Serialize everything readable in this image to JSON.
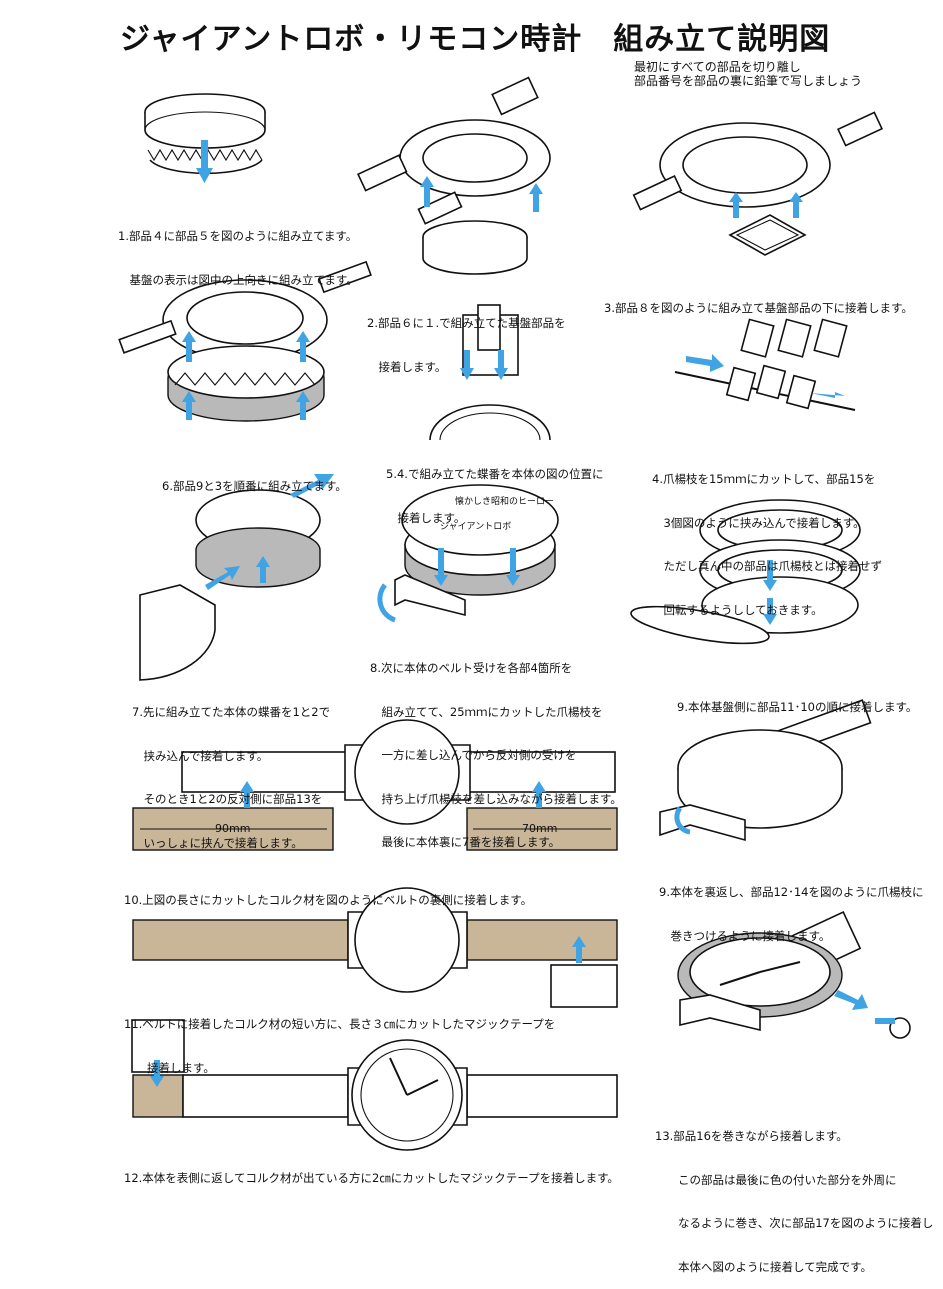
{
  "title": "ジャイアントロボ・リモコン時計　組み立て説明図",
  "intro": [
    "最初にすべての部品を切り離し",
    "部品番号を部品の裏に鉛筆で写しましょう"
  ],
  "steps": {
    "s1": [
      "1.部品４に部品５を図のように組み立てます。",
      "　基盤の表示は図中の上向きに組み立てます。"
    ],
    "s2": [
      "2.部品６に１.で組み立てた基盤部品を",
      "　接着します。"
    ],
    "s3": [
      "3.部品８を図のように組み立て基盤部品の下に接着します。"
    ],
    "s4": [
      "4.爪楊枝を15ｍｍにカットして、部品15を",
      "　3個図のように挟み込んで接着します。",
      "　ただし真ん中の部品は爪楊枝とは接着せず",
      "　回転するようししておきます。"
    ],
    "s5": [
      "5.4.で組み立てた蝶番を本体の図の位置に",
      "　接着します。"
    ],
    "s6": [
      "6.部品9と3を順番に組み立てます。"
    ],
    "s7": [
      "7.先に組み立てた本体の蝶番を1と2で",
      "　挟み込んで接着します。",
      "　そのとき1と2の反対側に部品13を",
      "　いっしょに挟んで接着します。"
    ],
    "s8": [
      "8.次に本体のベルト受けを各部4箇所を",
      "　組み立てて、25ｍｍにカットした爪楊枝を",
      "　一方に差し込んでから反対側の受けを",
      "　持ち上げ爪楊枝を差し込みながら接着します。",
      "　最後に本体裏に7番を接着します。"
    ],
    "s9a": [
      "9.本体基盤側に部品11･10の順に接着します。"
    ],
    "s9b": [
      "9.本体を裏返し、部品12･14を図のように爪楊枝に",
      "　巻きつけるように接着します。"
    ],
    "s10": [
      "10.上図の長さにカットしたコルク材を図のようにベルトの裏側に接着します。"
    ],
    "s11": [
      "11.ベルトに接着したコルク材の短い方に、長さ３㎝にカットしたマジックテープを",
      "　　接着します。"
    ],
    "s12": [
      "12.本体を表側に返してコルク材が出ている方に2㎝にカットしたマジックテープを接着します。"
    ],
    "s13": [
      "13.部品16を巻きながら接着します。",
      "　　この部品は最後に色の付いた部分を外周に",
      "　　なるように巻き、次に部品17を図のように接着し",
      "　　本体へ図のように接着して完成です。"
    ]
  },
  "dims": {
    "left": "90mm",
    "right": "70mm"
  },
  "back_text": [
    "懐かしき昭和のヒーロー",
    "ジャイアントロボ"
  ],
  "colors": {
    "arrow": "#3fa3e4",
    "cork": "#c9b598",
    "grey": "#b9b9b9"
  }
}
